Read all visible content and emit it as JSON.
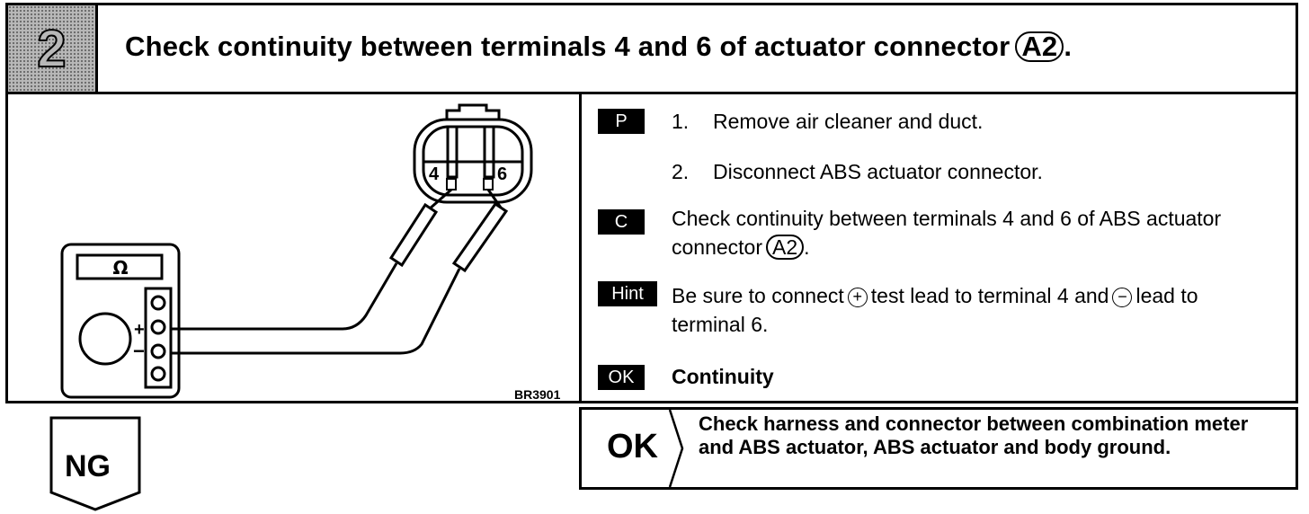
{
  "step": {
    "number": "2",
    "title": "Check continuity between terminals 4 and 6 of actuator connector",
    "connector_ref": "A2"
  },
  "figure": {
    "meter_symbol": "Ω",
    "terminal_4": "4",
    "terminal_6": "6",
    "plus": "+",
    "minus": "−",
    "code": "BR3901"
  },
  "instructions": [
    {
      "badge": "P",
      "number": "1.",
      "text": "Remove air cleaner and duct."
    },
    {
      "badge": "",
      "number": "2.",
      "text": "Disconnect ABS actuator connector."
    },
    {
      "badge": "C",
      "text": "Check continuity between terminals 4 and 6 of ABS actuator connector",
      "ref": "A2",
      "suffix": "."
    },
    {
      "badge": "Hint",
      "text_a": "Be sure to connect",
      "plus_symbol": "+",
      "text_b": "test lead to terminal 4 and",
      "minus_symbol": "−",
      "text_c": "lead to terminal 6."
    },
    {
      "badge": "OK",
      "text": "Continuity"
    }
  ],
  "result_ok": {
    "label": "OK",
    "text": "Check harness and connector between combination meter and ABS actuator, ABS actuator and body ground."
  },
  "result_ng": {
    "label": "NG"
  }
}
